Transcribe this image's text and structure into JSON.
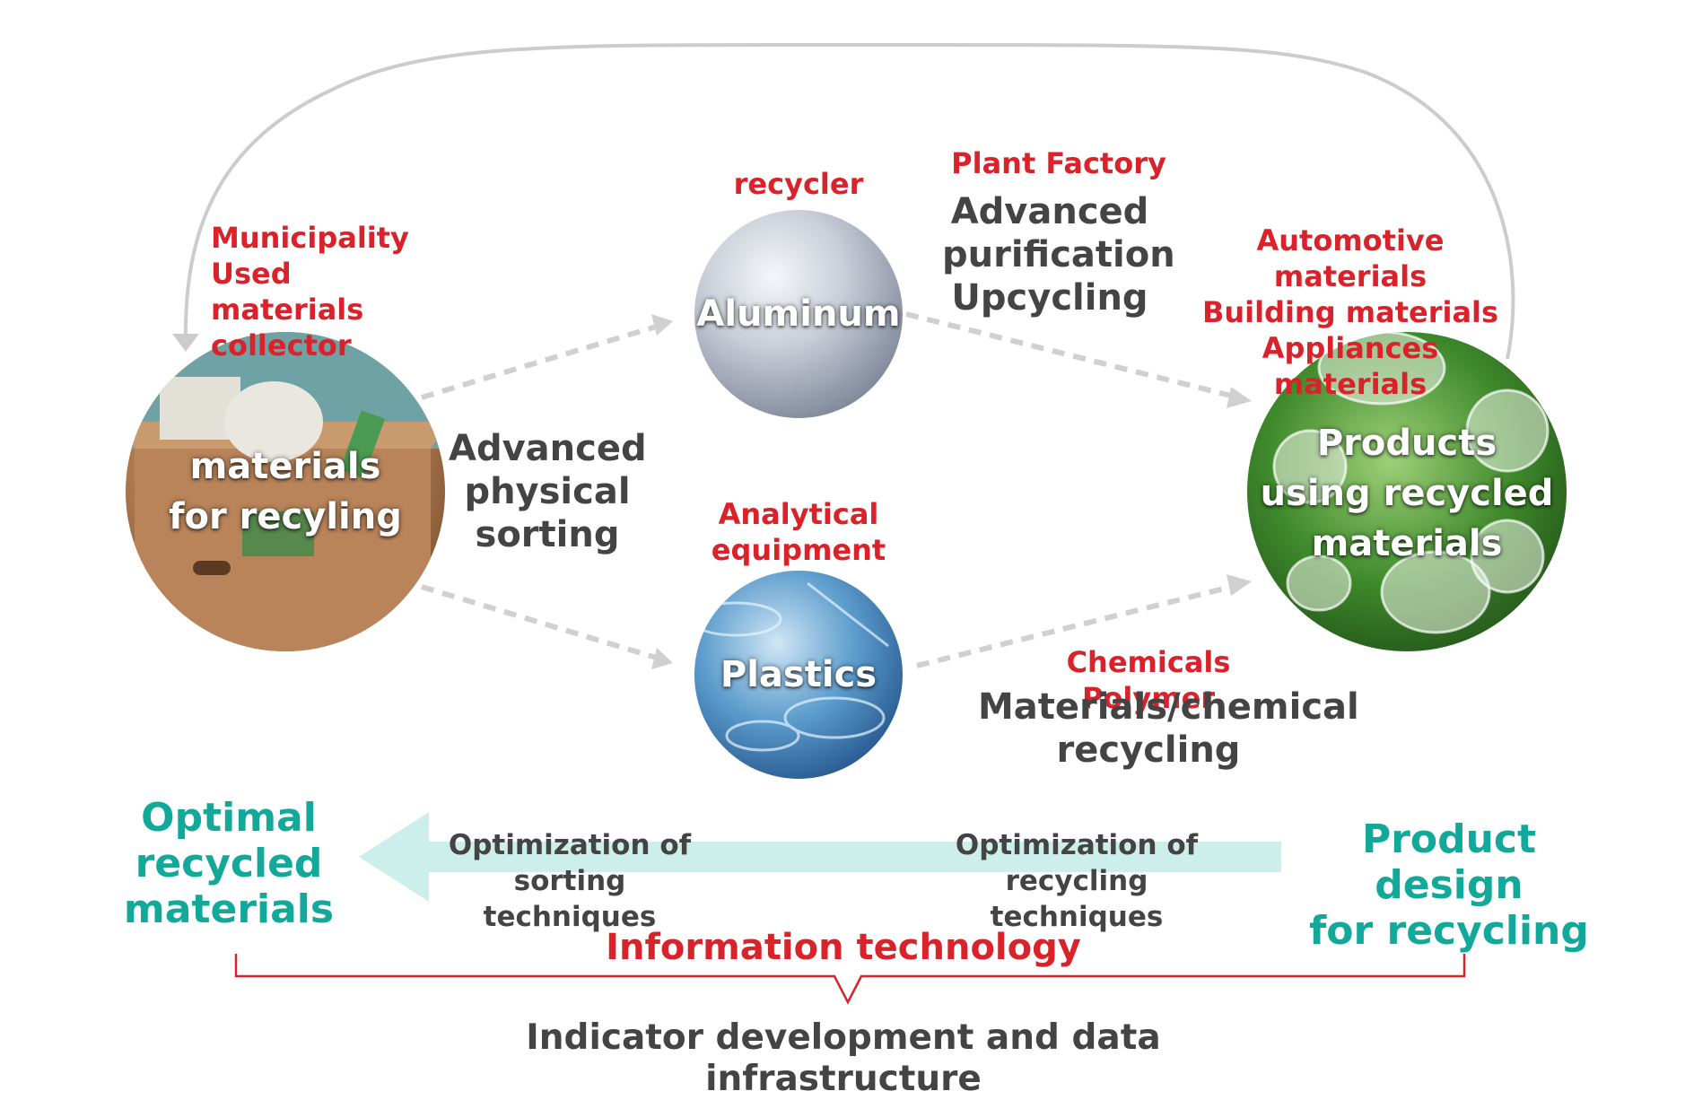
{
  "nodes": {
    "materials": {
      "label": "materials\nfor recyling"
    },
    "aluminum": {
      "label": "Aluminum"
    },
    "plastics": {
      "label": "Plastics"
    },
    "products": {
      "label": "Products\nusing recycled\nmaterials"
    }
  },
  "actors": {
    "collector": "Municipality Used\nmaterials collector",
    "recycler": "recycler",
    "plant_factory": "Plant Factory",
    "product_makers": "Automotive materials\nBuilding materials\nAppliances materials",
    "analytical_equipment": "Analytical\nequipment",
    "chemicals_polymer": "Chemicals Polymer"
  },
  "processes": {
    "sorting": "Advanced\nphysical\nsorting",
    "purification": "Advanced\npurification\nUpcycling",
    "chemical_recycling": "Materials/chemical\nrecycling"
  },
  "goals": {
    "optimal": "Optimal\nrecycled\nmaterials",
    "design": "Product design\nfor recycling"
  },
  "optimization": {
    "sorting": "Optimization of\nsorting techniques",
    "recycling": "Optimization of\nrecycling techniques"
  },
  "info_tech": {
    "title": "Information technology",
    "subtitle": "Indicator development and data infrastructure"
  },
  "colors": {
    "red": "#d9222a",
    "teal": "#13a99a",
    "gray_text": "#444444",
    "arrow_light": "#ccefec",
    "loop_gray": "#cccccc"
  }
}
